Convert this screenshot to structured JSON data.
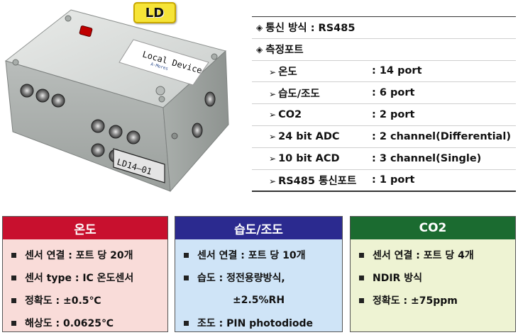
{
  "photo": {
    "badge": "LD",
    "label_line1": "Local Device",
    "label_line2": "A-Mores",
    "sticker": "LD14—01"
  },
  "spec": {
    "comm_label": "통신 방식 : RS485",
    "ports_label": "측정포트",
    "ports": [
      {
        "name": "온도",
        "value": ": 14 port"
      },
      {
        "name": "습도/조도",
        "value": ": 6 port"
      },
      {
        "name": "CO2",
        "value": ": 2 port"
      },
      {
        "name": "24 bit ADC",
        "value": ": 2 channel(Differential)"
      },
      {
        "name": "10 bit ACD",
        "value": ": 3 channel(Single)"
      },
      {
        "name": "RS485 통신포트",
        "value": ": 1 port"
      }
    ]
  },
  "boxes": [
    {
      "title": "온도",
      "items": [
        "센서 연결 : 포트 당 20개",
        "센서 type : IC 온도센서",
        "정확도 : ±0.5℃",
        "해상도 : 0.0625℃"
      ]
    },
    {
      "title": "습도/조도",
      "items": [
        "센서 연결 : 포트 당 10개",
        "습도 : 정전용량방식,",
        "±2.5%RH",
        "조도 : PIN photodiode"
      ]
    },
    {
      "title": "CO2",
      "items": [
        "센서 연결 : 포트 당 4개",
        "NDIR 방식",
        "정확도 : ±75ppm"
      ]
    }
  ],
  "colors": {
    "temp": "#c8102e",
    "humidity": "#2b2a8f",
    "co2": "#1b6b30",
    "badge": "#f6e437"
  }
}
